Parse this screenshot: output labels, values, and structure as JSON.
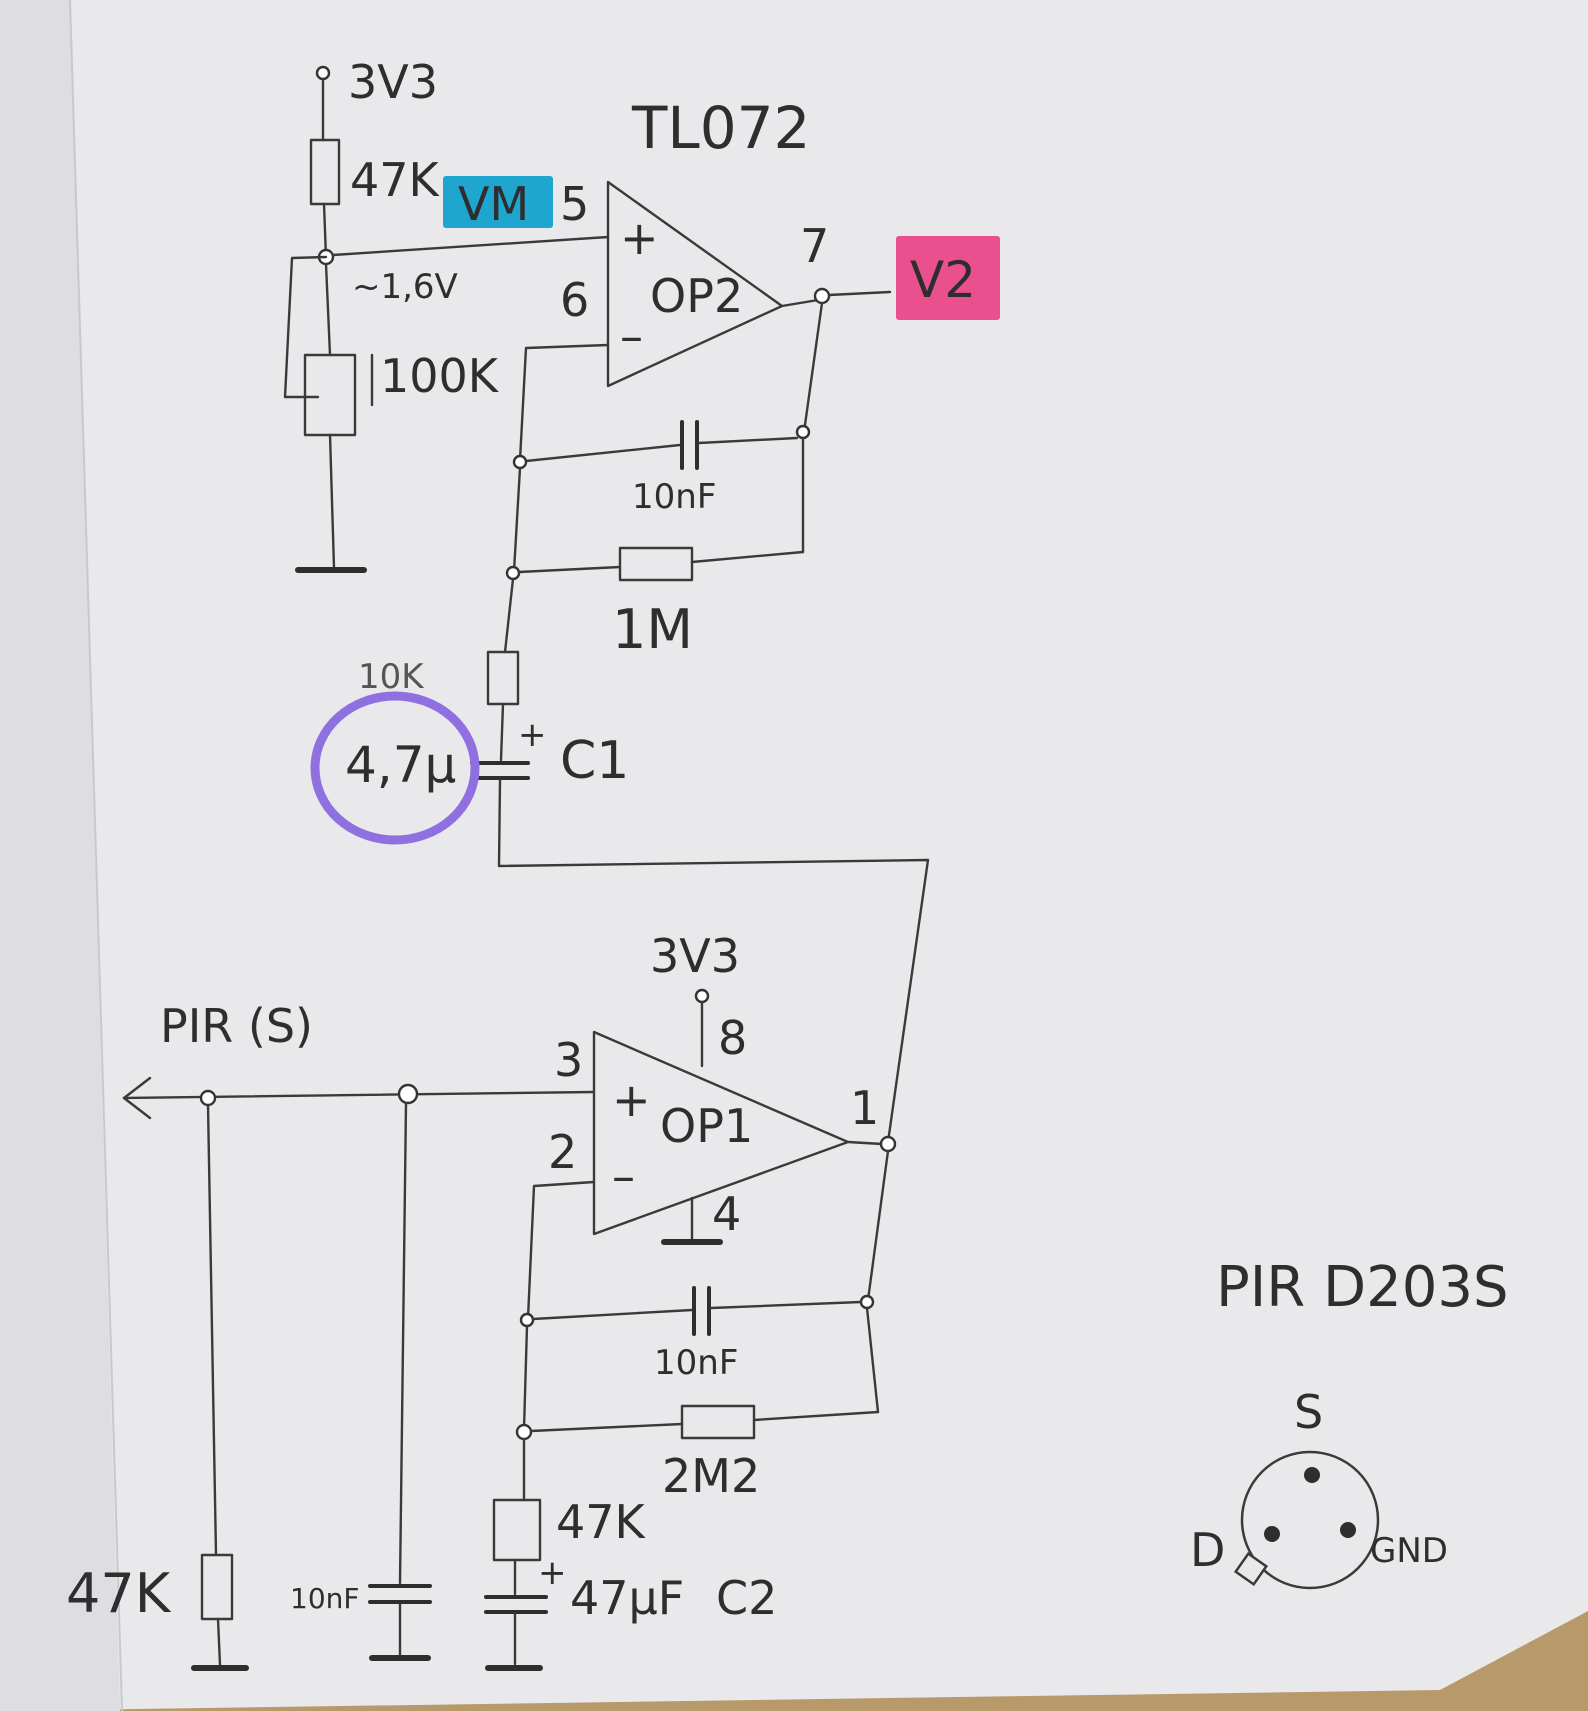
{
  "colors": {
    "paper": "#ececed",
    "background": "#b89a6a",
    "ink": "#2e2e2e",
    "vm_highlight": "#1ea6cf",
    "v2_highlight": "#ea4f8e",
    "circle_highlight": "#9070e0"
  },
  "top": {
    "supply": "3V3",
    "chip": "TL072",
    "r_top": "47K",
    "vm_tag": "VM",
    "pin_plus": "5",
    "pin_minus": "6",
    "pin_out": "7",
    "plus_sign": "+",
    "minus_sign": "–",
    "opamp": "OP2",
    "v2_tag": "V2",
    "mid_voltage": "~1,6V",
    "pot": "100K",
    "fb_cap": "10nF",
    "fb_res": "1M",
    "series_res": "10K",
    "c1_value": "4,7µ",
    "c1_plus": "+",
    "c1_name": "C1"
  },
  "bottom": {
    "supply": "3V3",
    "pin_vcc": "8",
    "pin_plus": "3",
    "pin_minus": "2",
    "pin_out": "1",
    "pin_gnd": "4",
    "plus_sign": "+",
    "minus_sign": "–",
    "opamp": "OP1",
    "pir_input": "PIR (S)",
    "fb_cap": "10nF",
    "fb_res": "2M2",
    "r_bottom": "47K",
    "c2_plus": "+",
    "c2_value": "47µF",
    "c2_name": "C2",
    "r_input": "47K",
    "c_input": "10nF"
  },
  "pir": {
    "title": "PIR D203S",
    "pin_s": "S",
    "pin_d": "D",
    "pin_gnd": "GND"
  }
}
